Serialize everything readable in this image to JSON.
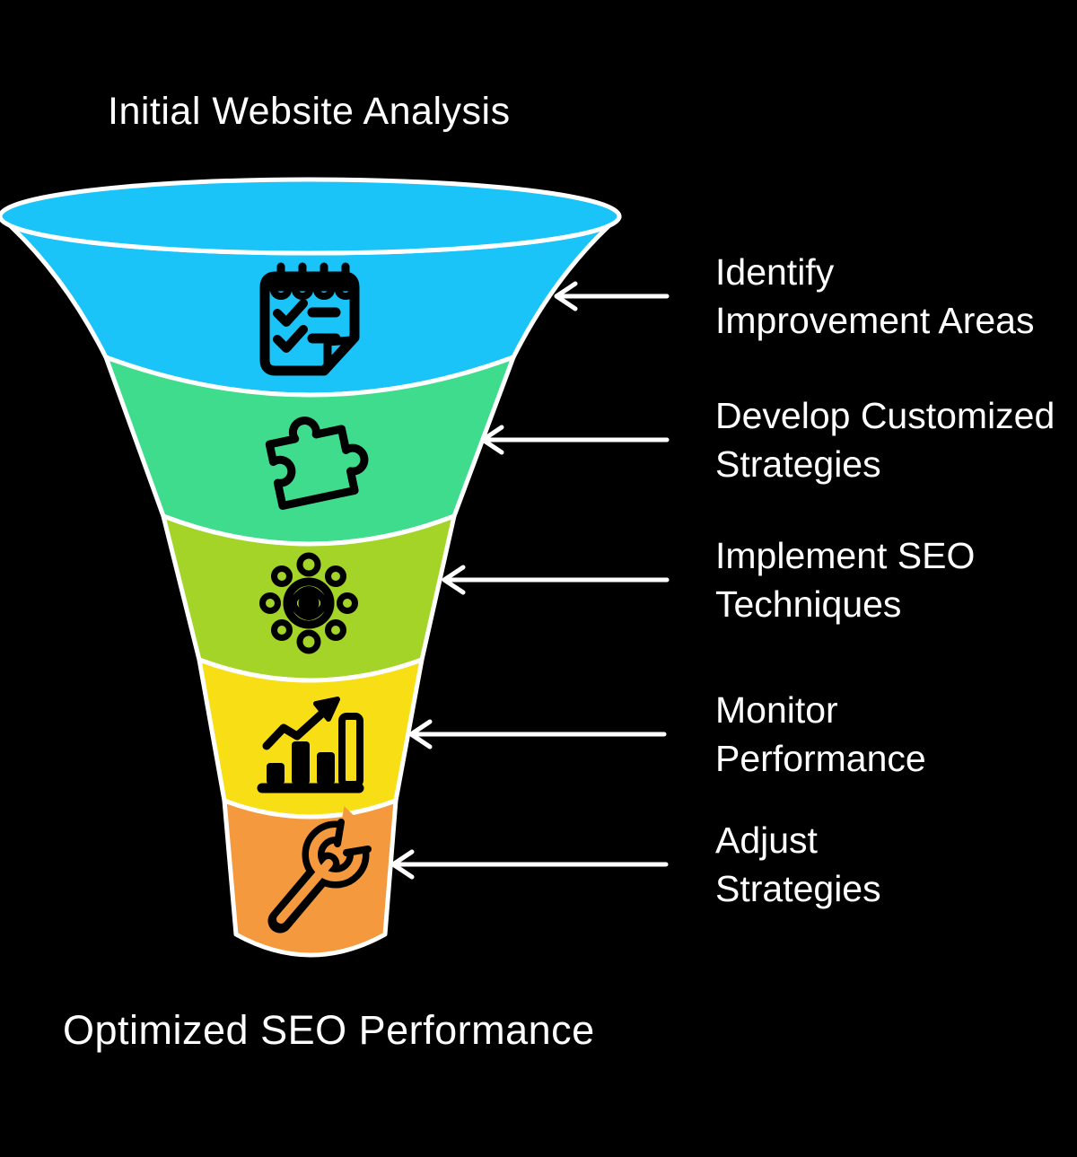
{
  "title": "Initial Website Analysis",
  "footer": "Optimized SEO Performance",
  "stages": [
    {
      "label_line1": "Identify",
      "label_line2": "Improvement Areas",
      "color": "#1AC3F8",
      "icon": "checklist-notepad"
    },
    {
      "label_line1": "Develop Customized",
      "label_line2": "Strategies",
      "color": "#3EDC8C",
      "icon": "puzzle-piece"
    },
    {
      "label_line1": "Implement SEO",
      "label_line2": "Techniques",
      "color": "#A4D427",
      "icon": "eye-network"
    },
    {
      "label_line1": "Monitor",
      "label_line2": "Performance",
      "color": "#F8DF15",
      "icon": "growth-bar-chart"
    },
    {
      "label_line1": "Adjust",
      "label_line2": "Strategies",
      "color": "#F4993E",
      "icon": "wrench"
    }
  ],
  "colors": {
    "background": "#000000",
    "text": "#FFFFFF",
    "funnel_outline": "#FFFFFF",
    "icon": "#000000",
    "arrow": "#FFFFFF"
  }
}
